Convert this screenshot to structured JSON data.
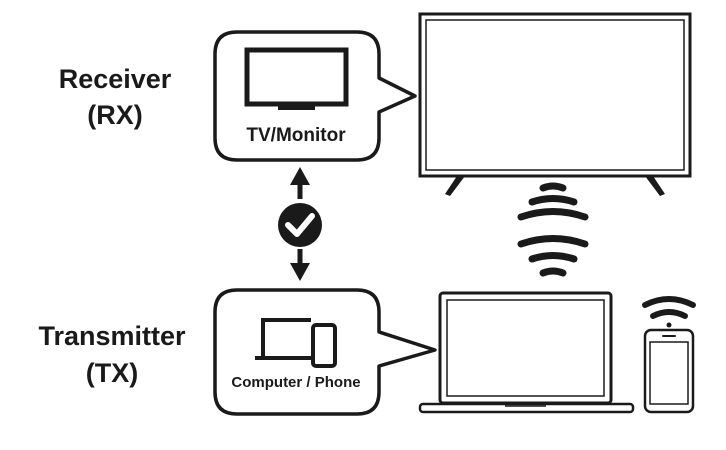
{
  "receiver": {
    "line1": "Receiver",
    "line2": "(RX)",
    "device_label": "TV/Monitor"
  },
  "transmitter": {
    "line1": "Transmitter",
    "line2": "(TX)",
    "device_label": "Computer / Phone"
  },
  "colors": {
    "ink": "#1a1a1a",
    "background": "#ffffff"
  },
  "icons": [
    "tv-icon",
    "laptop-icon",
    "phone-icon",
    "checkmark-icon",
    "wifi-icon",
    "tv-illustration",
    "laptop-illustration",
    "phone-illustration"
  ]
}
